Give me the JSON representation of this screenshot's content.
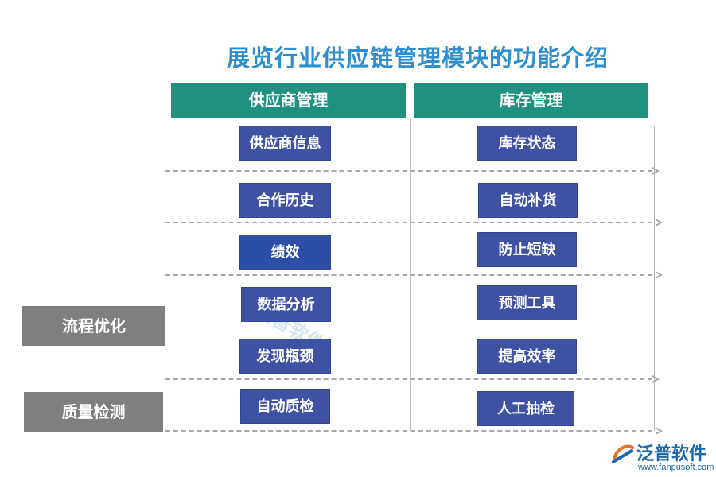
{
  "title": "展览行业供应链管理模块的功能介绍",
  "columns": [
    {
      "header": "供应商管理",
      "items": [
        "供应商信息",
        "合作历史",
        "绩效",
        "数据分析",
        "发现瓶颈",
        "自动质检"
      ]
    },
    {
      "header": "库存管理",
      "items": [
        "库存状态",
        "自动补货",
        "防止短缺",
        "预测工具",
        "提高效率",
        "人工抽检"
      ]
    }
  ],
  "side_labels": [
    "流程优化",
    "质量检测"
  ],
  "watermark": "泛普软件",
  "logo": {
    "name": "泛普软件",
    "url": "www.fanpusoft.com"
  },
  "colors": {
    "title": "#2e8fd0",
    "header": "#20907f",
    "box": "#3f51a3",
    "side": "#7f7f7f",
    "dash": "#a9a9a9"
  }
}
